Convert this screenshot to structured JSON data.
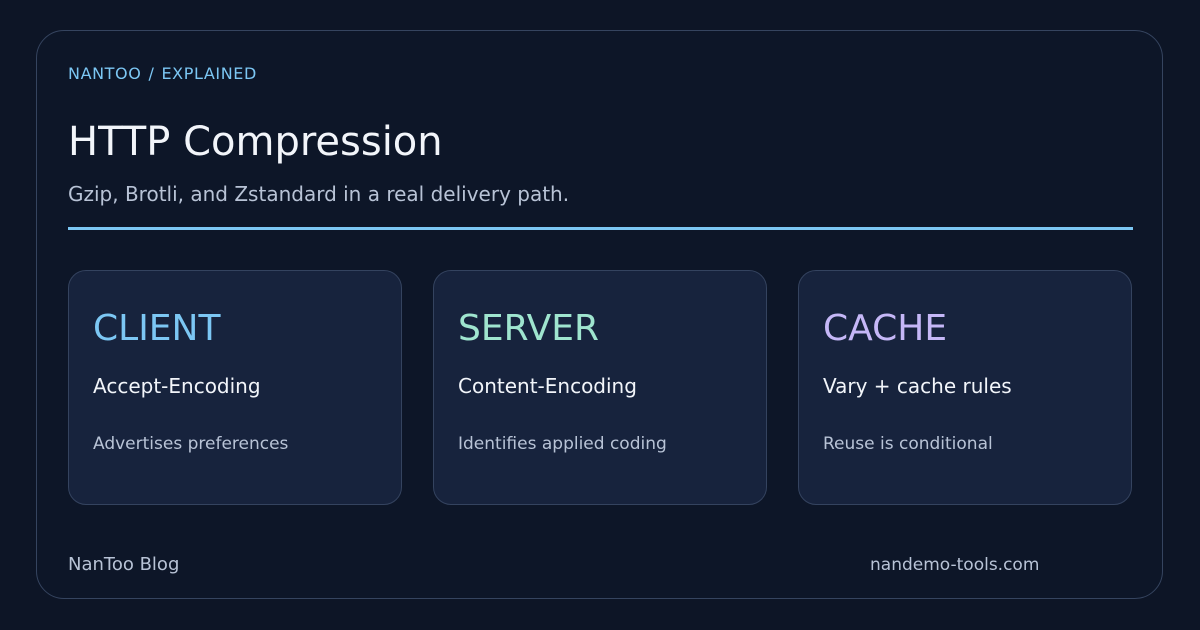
{
  "header": {
    "kicker_brand": "NANTOO",
    "kicker_separator": "/",
    "kicker_section": "EXPLAINED",
    "title": "HTTP Compression",
    "subtitle": "Gzip, Brotli, and Zstandard in a real delivery path."
  },
  "cards": [
    {
      "heading": "CLIENT",
      "header_name": "Accept-Encoding",
      "description": "Advertises preferences",
      "accent": "#7cc7f4"
    },
    {
      "heading": "SERVER",
      "header_name": "Content-Encoding",
      "description": "Identifies applied coding",
      "accent": "#9fe5cf"
    },
    {
      "heading": "CACHE",
      "header_name": "Vary + cache rules",
      "description": "Reuse is conditional",
      "accent": "#c5b7f7"
    }
  ],
  "footer": {
    "brand": "NanToo Blog",
    "domain": "nandemo-tools.com"
  },
  "colors": {
    "background": "#0d1526",
    "accent": "#7cc7f4",
    "card_background": "#17233d",
    "border": "#35445f"
  }
}
